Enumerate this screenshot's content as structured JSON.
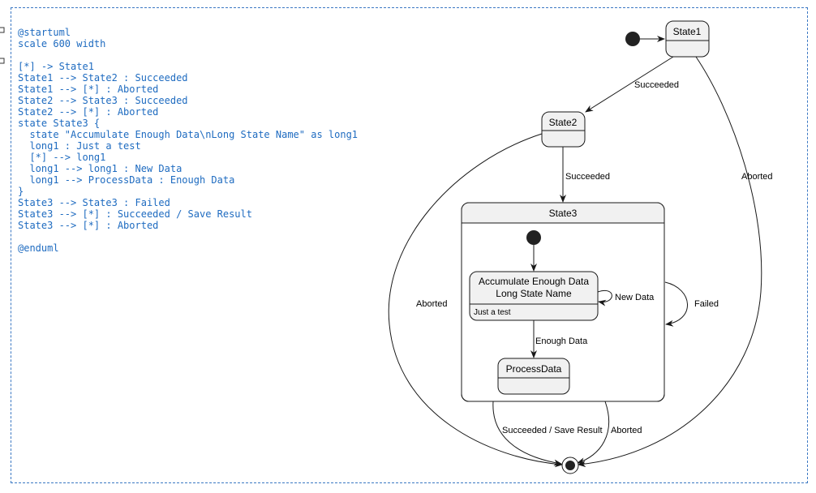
{
  "source": {
    "lines": [
      "@startuml",
      "scale 600 width",
      "",
      "[*] -> State1",
      "State1 --> State2 : Succeeded",
      "State1 --> [*] : Aborted",
      "State2 --> State3 : Succeeded",
      "State2 --> [*] : Aborted",
      "state State3 {",
      "  state \"Accumulate Enough Data\\nLong State Name\" as long1",
      "  long1 : Just a test",
      "  [*] --> long1",
      "  long1 --> long1 : New Data",
      "  long1 --> ProcessData : Enough Data",
      "}",
      "State3 --> State3 : Failed",
      "State3 --> [*] : Succeeded / Save Result",
      "State3 --> [*] : Aborted",
      "",
      "@enduml"
    ]
  },
  "diagram": {
    "states": {
      "state1": "State1",
      "state2": "State2",
      "state3": "State3",
      "long1_line1": "Accumulate Enough Data",
      "long1_line2": "Long State Name",
      "long1_desc": "Just a test",
      "process": "ProcessData"
    },
    "transitions": {
      "s1_s2": "Succeeded",
      "s1_end": "Aborted",
      "s2_s3": "Succeeded",
      "s2_end": "Aborted",
      "new_data": "New Data",
      "enough_data": "Enough Data",
      "failed": "Failed",
      "s3_save": "Succeeded / Save Result",
      "s3_aborted": "Aborted"
    },
    "colors": {
      "state_fill": "#f1f1f1",
      "state_border": "#181818",
      "code_text": "#1e6bc0",
      "frame_border": "#3b78c3"
    }
  }
}
